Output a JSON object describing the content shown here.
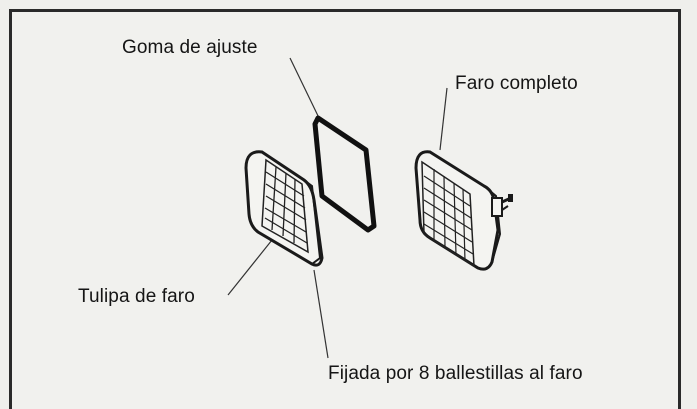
{
  "labels": {
    "gasket": "Goma de ajuste",
    "headlamp": "Faro completo",
    "lens": "Tulipa de faro",
    "clips": "Fijada por 8 ballestillas al faro"
  }
}
